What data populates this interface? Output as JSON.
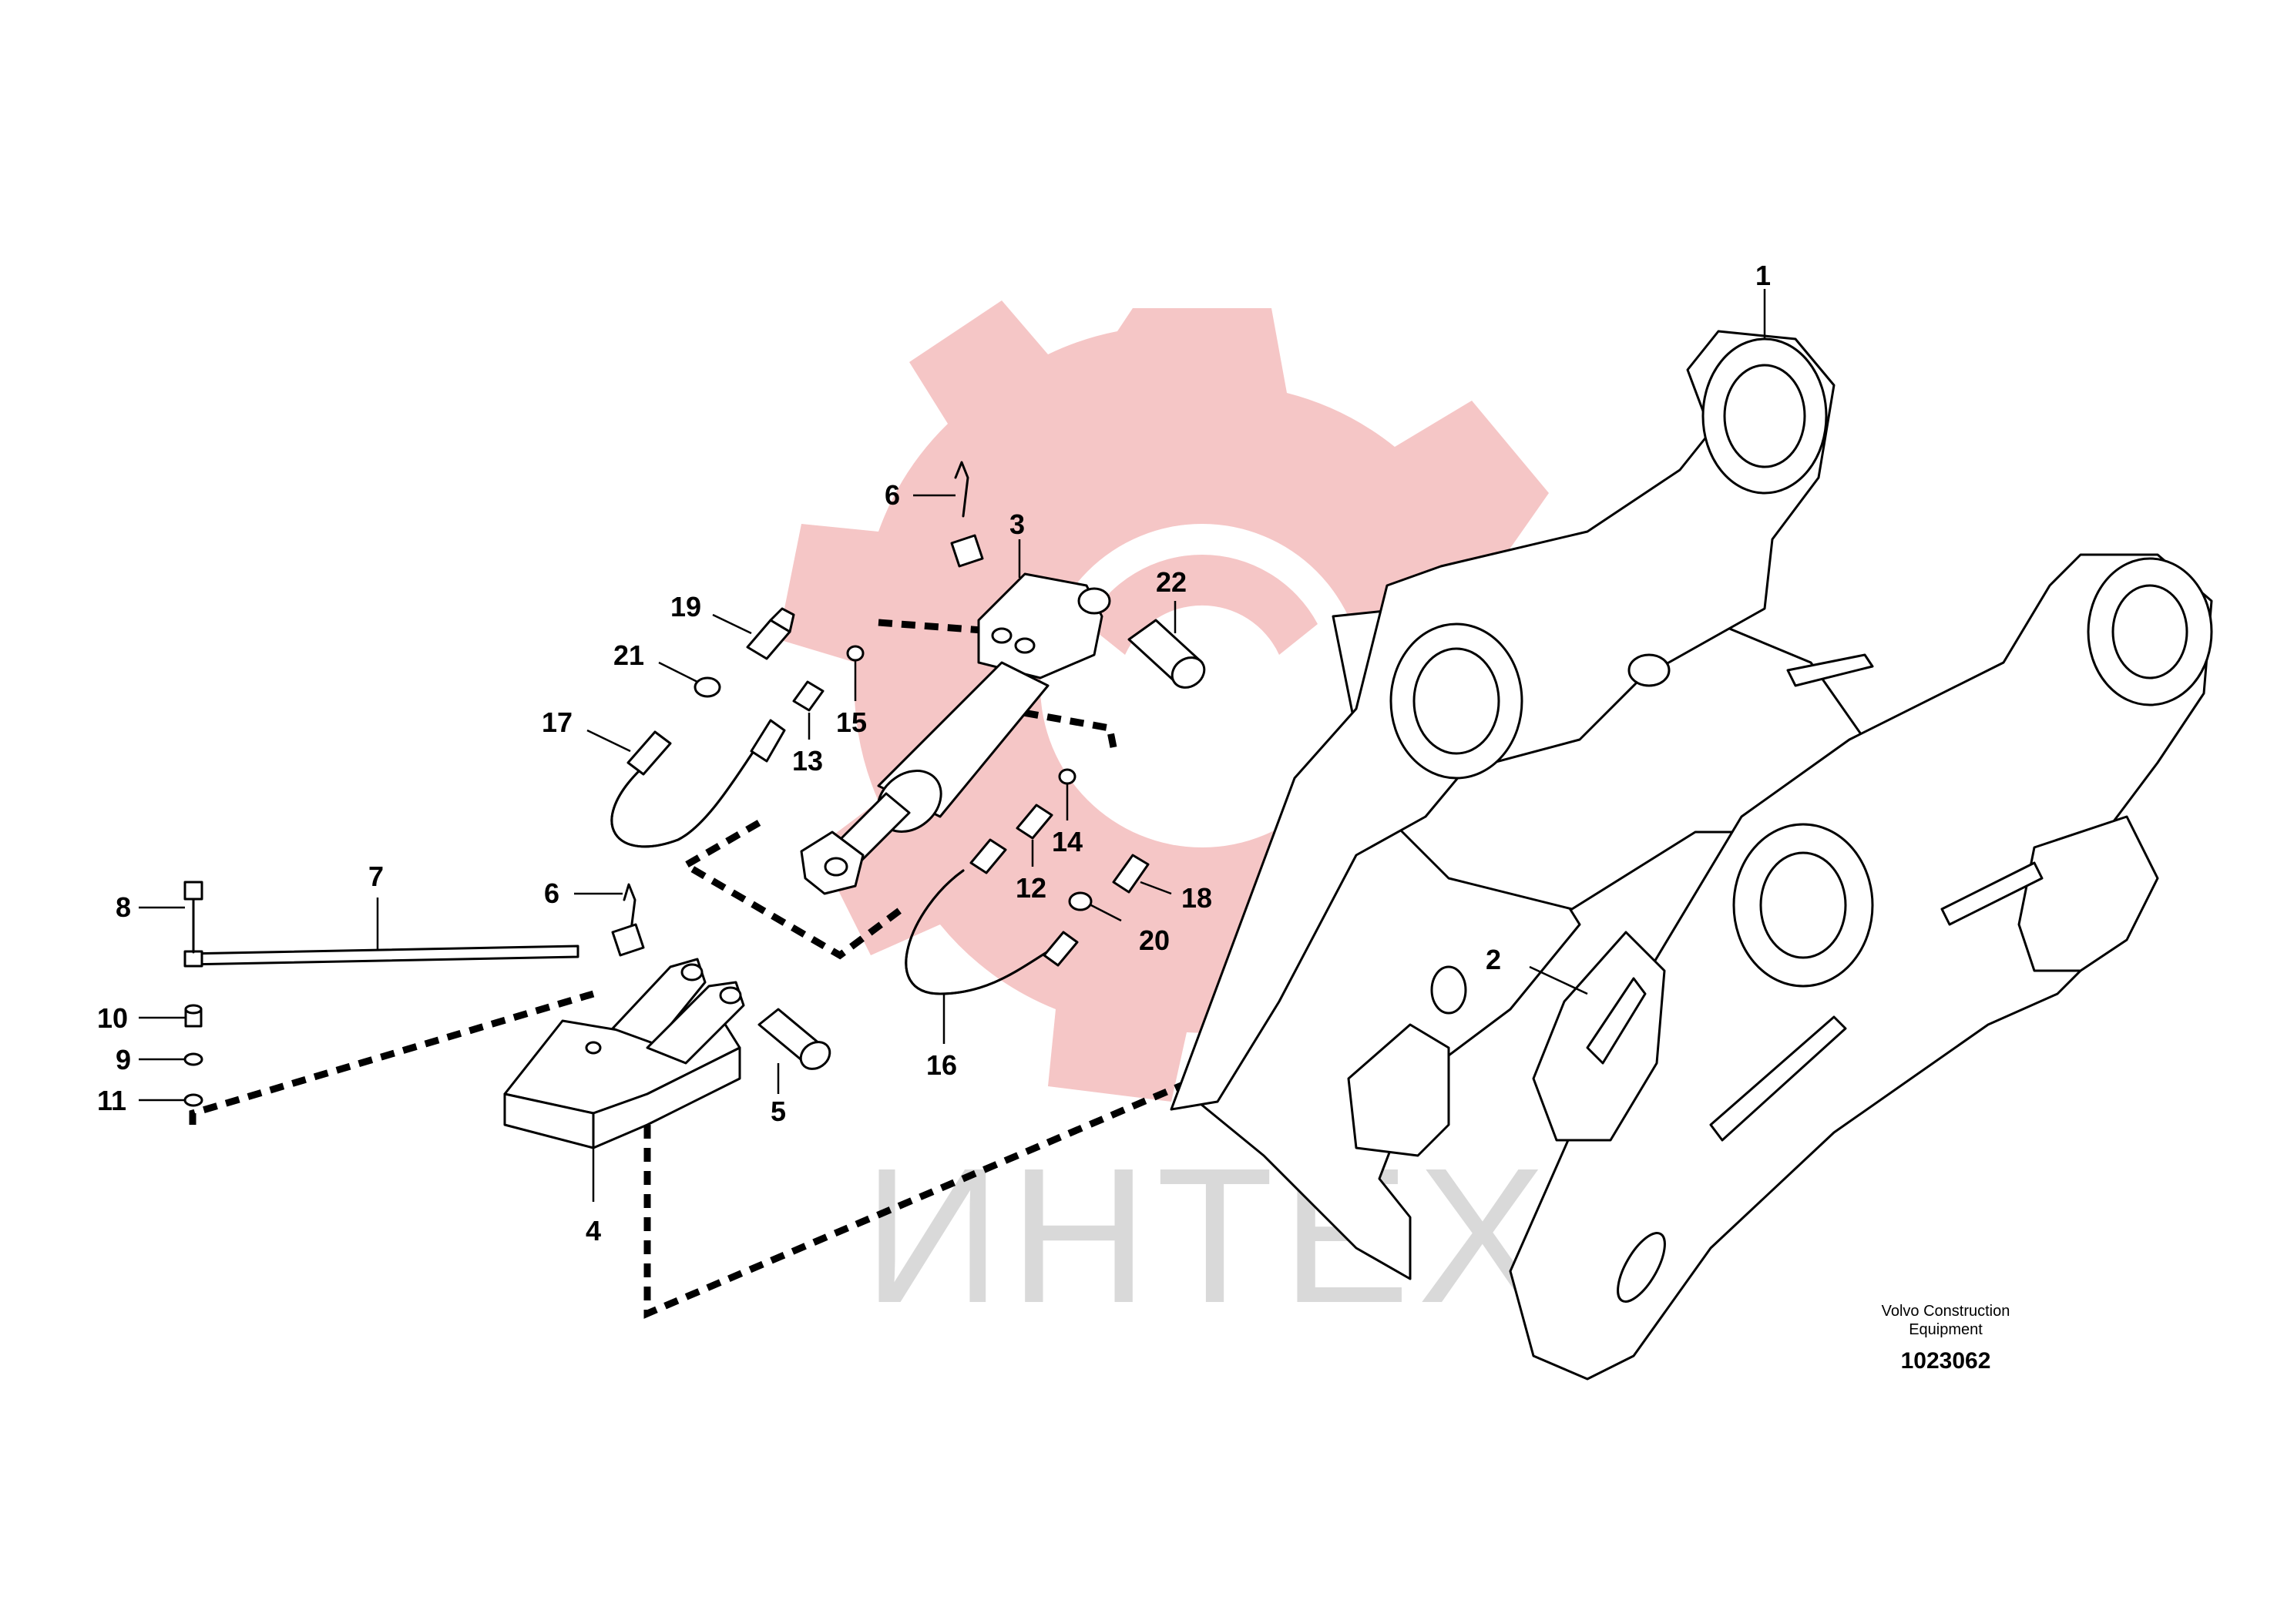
{
  "watermark": {
    "text": "ИНТЕХ",
    "gear_color": "#f5c6c6",
    "text_color": "#d9d9d9"
  },
  "callouts": {
    "c1": "1",
    "c2": "2",
    "c3": "3",
    "c4": "4",
    "c5": "5",
    "c6a": "6",
    "c6b": "6",
    "c7": "7",
    "c8": "8",
    "c9": "9",
    "c10": "10",
    "c11": "11",
    "c12": "12",
    "c13": "13",
    "c14": "14",
    "c15": "15",
    "c16": "16",
    "c17": "17",
    "c18": "18",
    "c19": "19",
    "c20": "20",
    "c21": "21",
    "c22": "22"
  },
  "caption": {
    "line1": "Volvo Construction",
    "line2": "Equipment",
    "figure_number": "1023062"
  }
}
